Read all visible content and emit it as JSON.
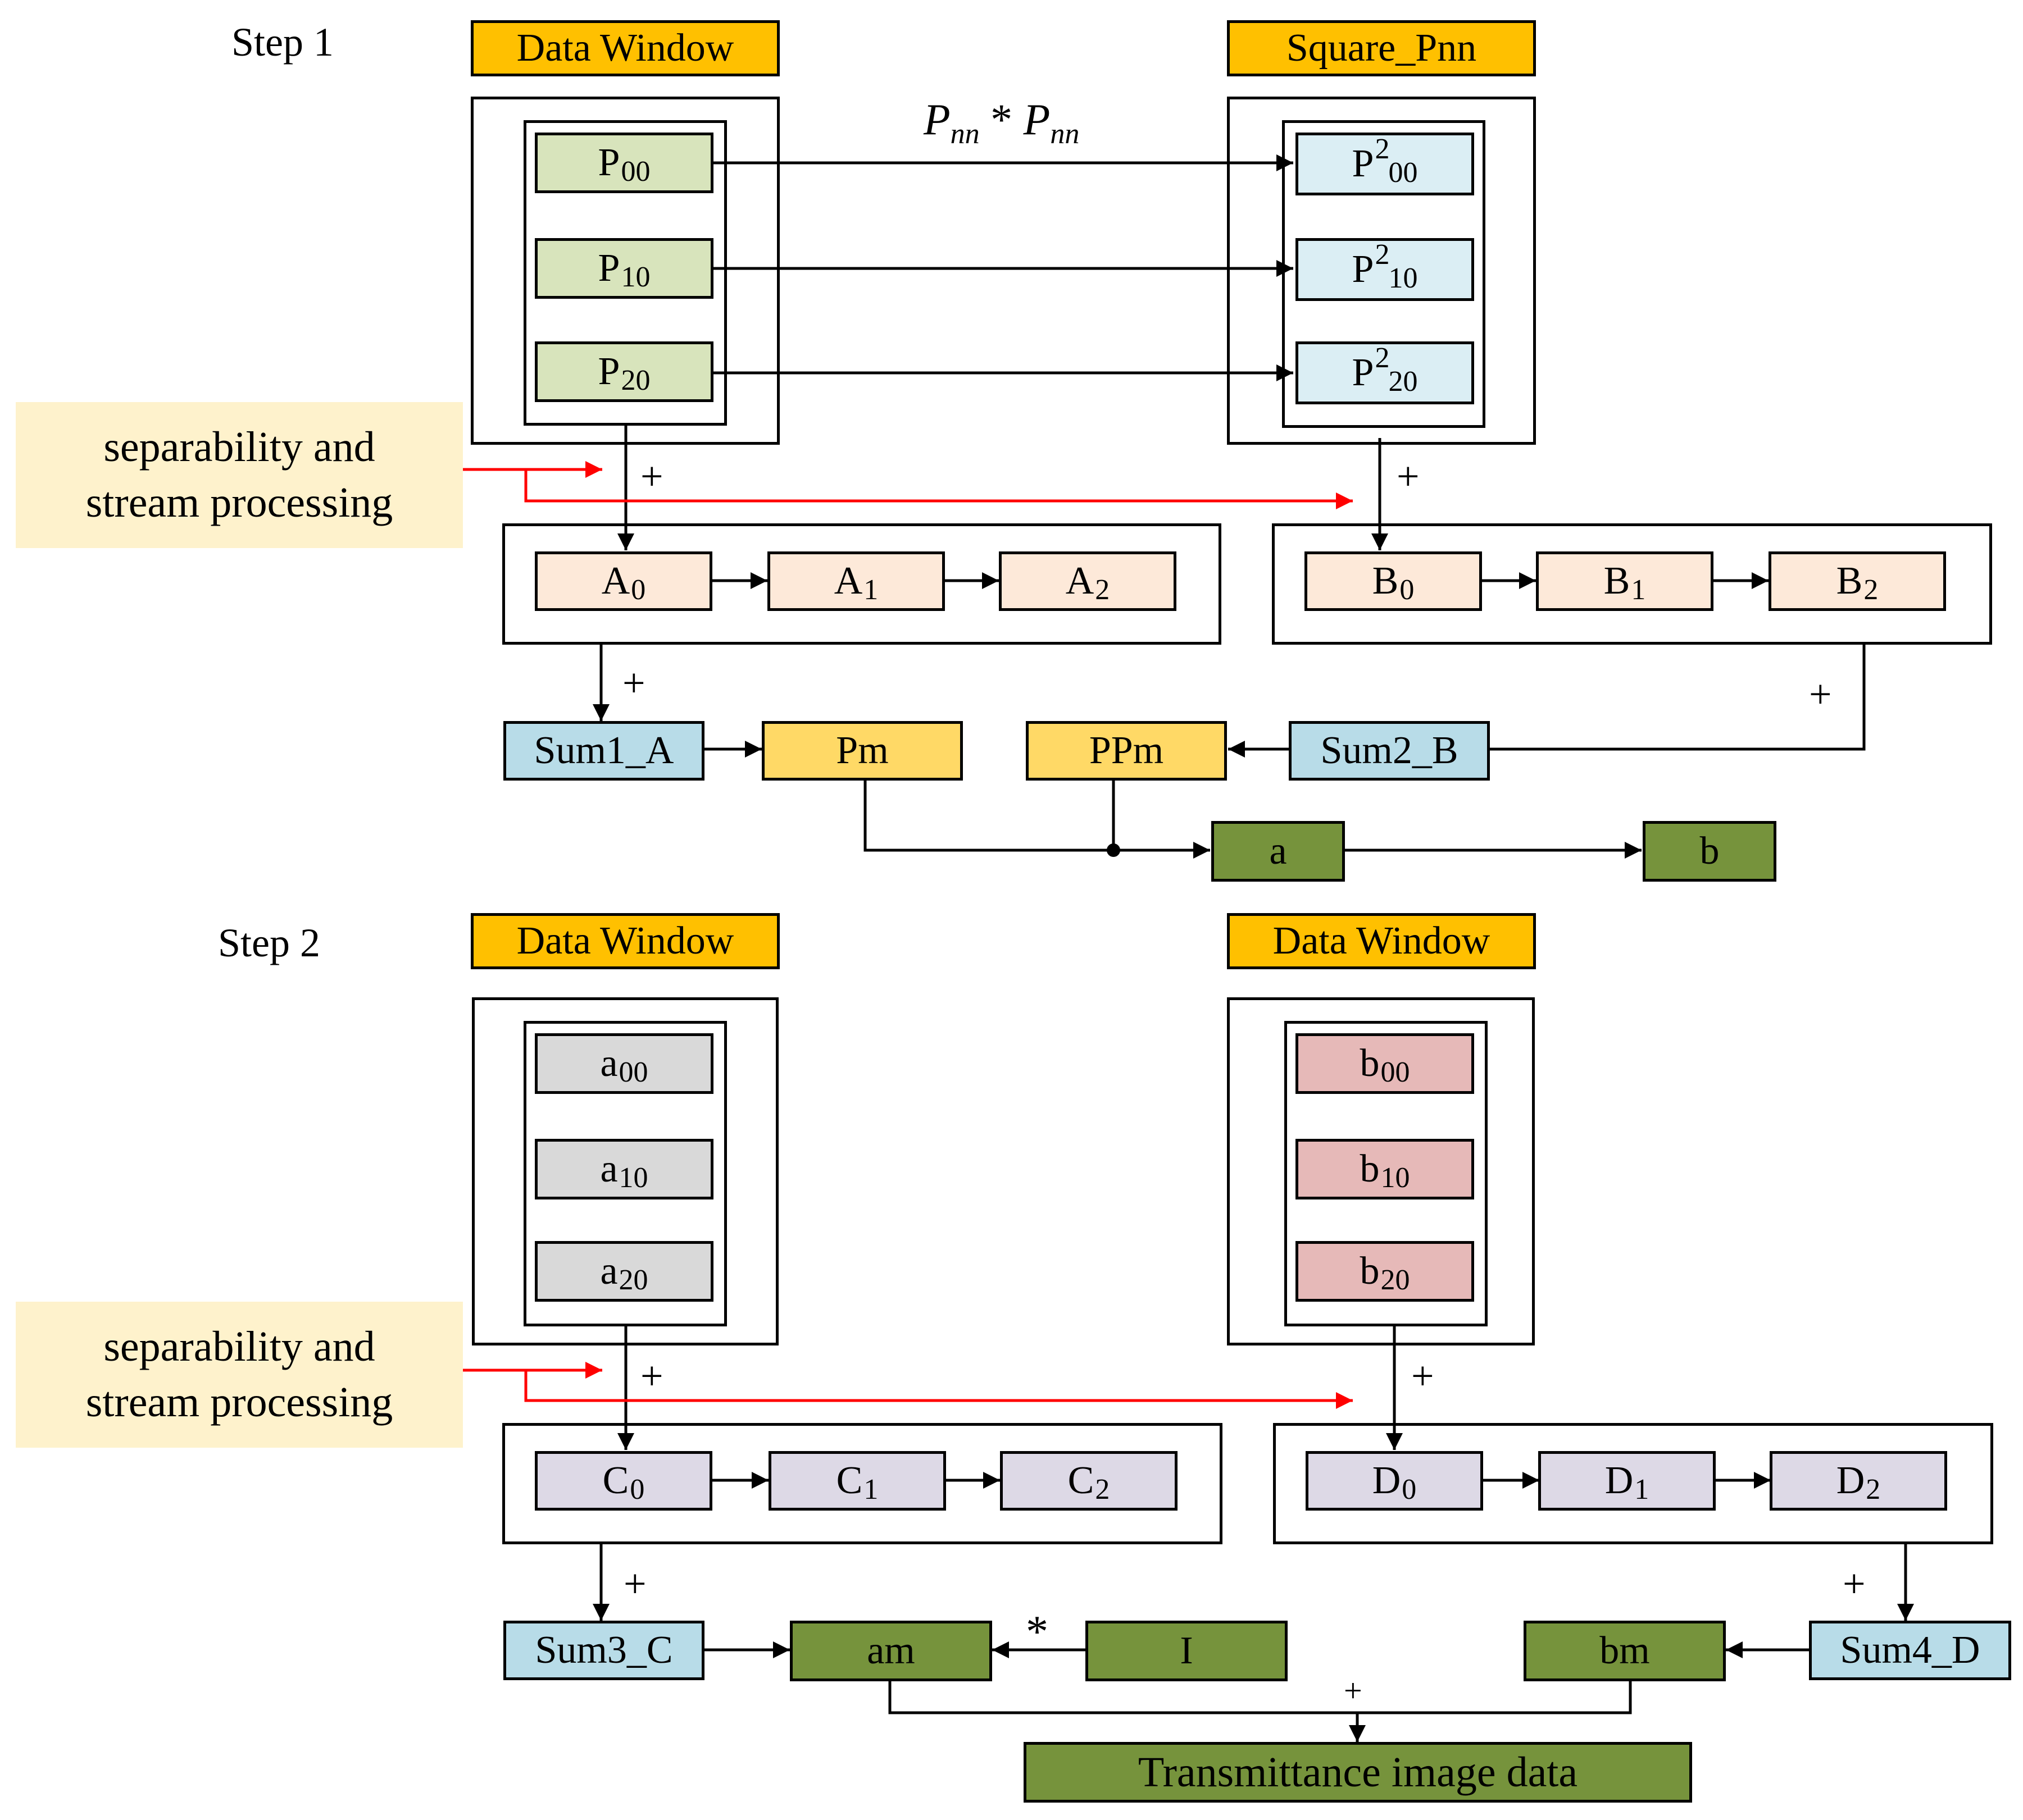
{
  "step1": {
    "title": "Step 1",
    "left_window_title": "Data Window",
    "right_window_title": "Square_Pnn",
    "formula": {
      "base": "P",
      "sub": "nn",
      "op": "*"
    },
    "p_cells": [
      {
        "base": "P",
        "sub": "00"
      },
      {
        "base": "P",
        "sub": "10"
      },
      {
        "base": "P",
        "sub": "20"
      }
    ],
    "p2_cells": [
      {
        "base": "P",
        "sup": "2",
        "sub": "00"
      },
      {
        "base": "P",
        "sup": "2",
        "sub": "10"
      },
      {
        "base": "P",
        "sup": "2",
        "sub": "20"
      }
    ],
    "note": {
      "line1": "separability and",
      "line2": "stream processing"
    },
    "a_cells": [
      {
        "base": "A",
        "sub": "0"
      },
      {
        "base": "A",
        "sub": "1"
      },
      {
        "base": "A",
        "sub": "2"
      }
    ],
    "b_cells": [
      {
        "base": "B",
        "sub": "0"
      },
      {
        "base": "B",
        "sub": "1"
      },
      {
        "base": "B",
        "sub": "2"
      }
    ],
    "sum1": "Sum1_A",
    "sum2": "Sum2_B",
    "pm": "Pm",
    "ppm": "PPm",
    "a": "a",
    "b": "b",
    "plus": "+"
  },
  "step2": {
    "title": "Step 2",
    "left_window_title": "Data Window",
    "right_window_title": "Data Window",
    "a_cells": [
      {
        "base": "a",
        "sub": "00"
      },
      {
        "base": "a",
        "sub": "10"
      },
      {
        "base": "a",
        "sub": "20"
      }
    ],
    "b_cells": [
      {
        "base": "b",
        "sub": "00"
      },
      {
        "base": "b",
        "sub": "10"
      },
      {
        "base": "b",
        "sub": "20"
      }
    ],
    "note": {
      "line1": "separability and",
      "line2": "stream processing"
    },
    "c_cells": [
      {
        "base": "C",
        "sub": "0"
      },
      {
        "base": "C",
        "sub": "1"
      },
      {
        "base": "C",
        "sub": "2"
      }
    ],
    "d_cells": [
      {
        "base": "D",
        "sub": "0"
      },
      {
        "base": "D",
        "sub": "1"
      },
      {
        "base": "D",
        "sub": "2"
      }
    ],
    "sum3": "Sum3_C",
    "sum4": "Sum4_D",
    "am": "am",
    "i": "I",
    "bm": "bm",
    "star": "*",
    "output": "Transmittance image data",
    "plus": "+"
  },
  "colors": {
    "header": "#ffc000",
    "p_cell": "#d8e4bc",
    "p2_cell": "#dbeef4",
    "ab_cell": "#fde9d9",
    "sum": "#b8dce8",
    "pm": "#ffd966",
    "result": "#76933c",
    "a_small": "#d9d9d9",
    "b_small": "#e6b9b8",
    "cd_cell": "#ddd9e6",
    "note_bg": "#fef2cc",
    "red_arrow": "#ff0000"
  }
}
